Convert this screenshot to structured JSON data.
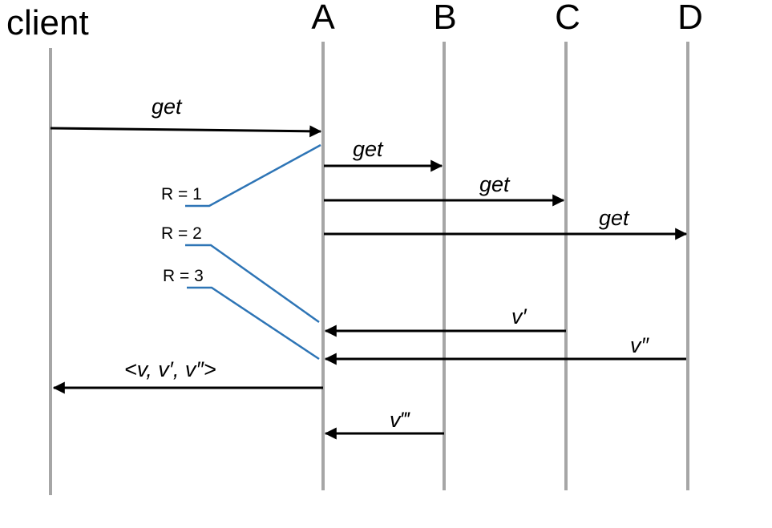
{
  "participants": {
    "client": "client",
    "a": "A",
    "b": "B",
    "c": "C",
    "d": "D"
  },
  "messages": {
    "client_get": "get",
    "a_to_b_get": "get",
    "a_to_c_get": "get",
    "a_to_d_get": "get",
    "c_reply": "v′",
    "d_reply": "v″",
    "client_reply": "<v, v′, v″>",
    "b_reply": "v‴"
  },
  "quorum_labels": {
    "r1": "R = 1",
    "r2": "R = 2",
    "r3": "R = 3"
  },
  "colors": {
    "lifeline": "#a6a6a6",
    "arrow": "#000000",
    "quorum_leader": "#2e75b6"
  }
}
